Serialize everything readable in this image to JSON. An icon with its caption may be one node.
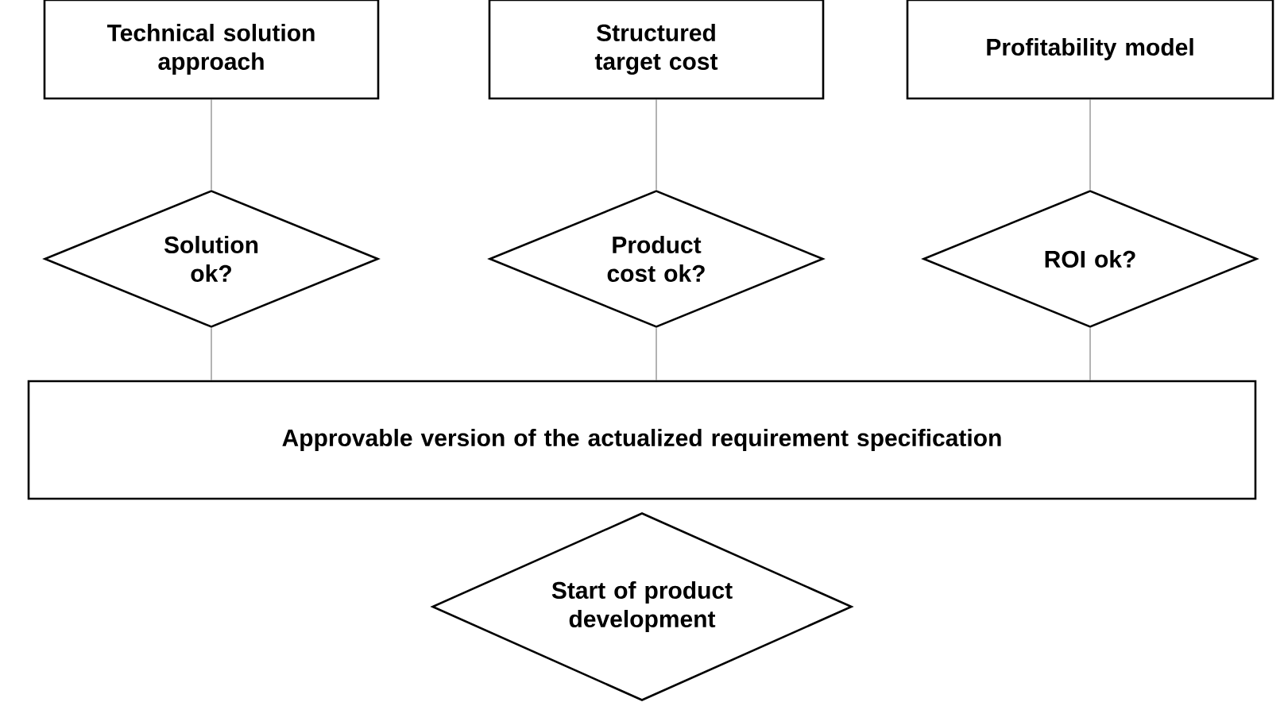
{
  "diagram": {
    "nodes": [
      {
        "text": [
          "Technical solution approach"
        ]
      },
      {
        "text": [
          "Structured target cost"
        ]
      },
      {
        "text": [
          "Profitability model"
        ]
      },
      {
        "text": [
          "Solution ok?"
        ]
      },
      {
        "text": [
          "Product cost ok?"
        ]
      },
      {
        "text": [
          "ROI ok?"
        ]
      },
      {
        "text": [
          "Approvable version of the actualized requirement specification"
        ]
      },
      {
        "text": [
          "Start of product development"
        ]
      }
    ],
    "edges": [
      {
        "from": 0,
        "to": 3,
        "arrow": "none"
      },
      {
        "from": 1,
        "to": 4,
        "arrow": "none"
      },
      {
        "from": 2,
        "to": 5,
        "arrow": "none"
      },
      {
        "from": 3,
        "to": 6,
        "arrow": "none"
      },
      {
        "from": 4,
        "to": 6,
        "arrow": "none"
      },
      {
        "from": 5,
        "to": 6,
        "arrow": "none"
      }
    ]
  }
}
